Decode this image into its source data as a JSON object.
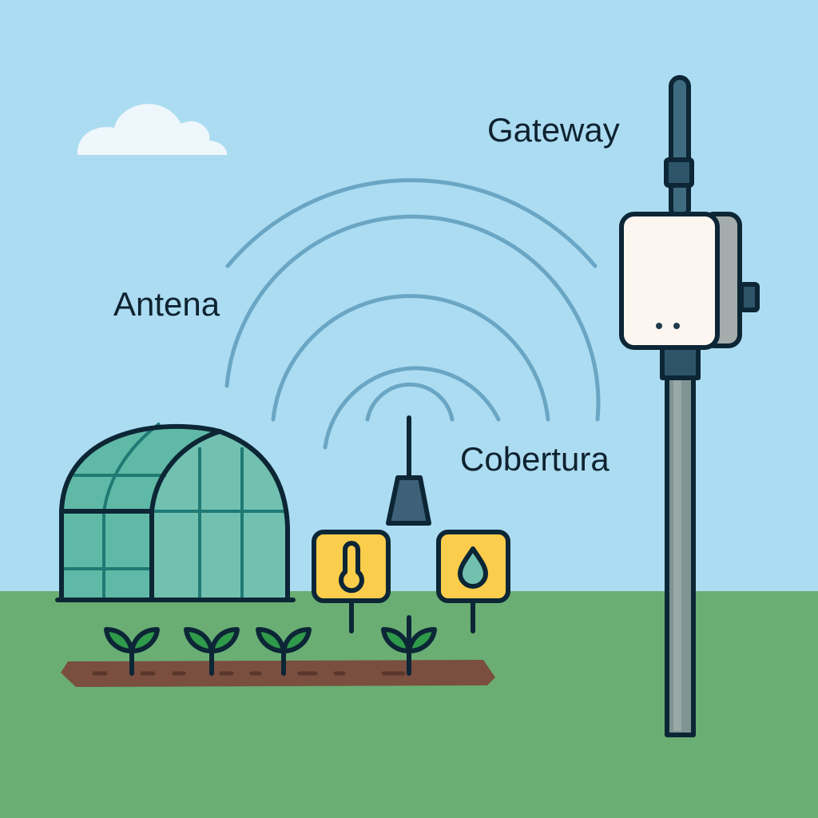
{
  "labels": {
    "gateway": "Gateway",
    "antenna": "Antena",
    "coverage": "Cobertura"
  },
  "sensors": [
    {
      "type": "temperature",
      "icon": "thermometer-icon"
    },
    {
      "type": "humidity",
      "icon": "water-drop-icon"
    }
  ],
  "colors": {
    "sky": "#acdcf1",
    "grass": "#6aae74",
    "soil": "#7a4f3f",
    "greenhouse": "#5fb9a6",
    "sensor": "#fbcd4c",
    "wave": "#6aa6c4",
    "outline": "#0c2636"
  }
}
